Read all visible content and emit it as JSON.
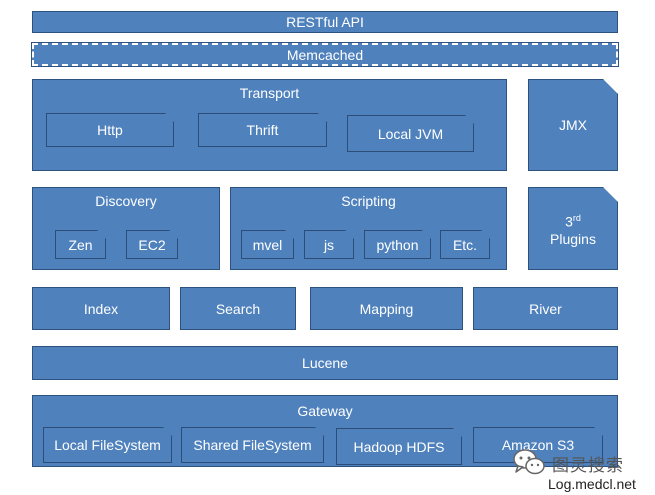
{
  "layers": {
    "restful_api": "RESTful API",
    "memcached": "Memcached",
    "transport": {
      "title": "Transport",
      "items": [
        "Http",
        "Thrift",
        "Local JVM"
      ]
    },
    "jmx": "JMX",
    "discovery": {
      "title": "Discovery",
      "items": [
        "Zen",
        "EC2"
      ]
    },
    "scripting": {
      "title": "Scripting",
      "items": [
        "mvel",
        "js",
        "python",
        "Etc."
      ]
    },
    "plugins": {
      "prefix": "3",
      "superscript": "rd",
      "label": "Plugins"
    },
    "modules": [
      "Index",
      "Search",
      "Mapping",
      "River"
    ],
    "lucene": "Lucene",
    "gateway": {
      "title": "Gateway",
      "items": [
        "Local FileSystem",
        "Shared FileSystem",
        "Hadoop HDFS",
        "Amazon S3"
      ]
    }
  },
  "watermark": {
    "text": "图灵搜索",
    "site": "Log.medcl.net"
  }
}
